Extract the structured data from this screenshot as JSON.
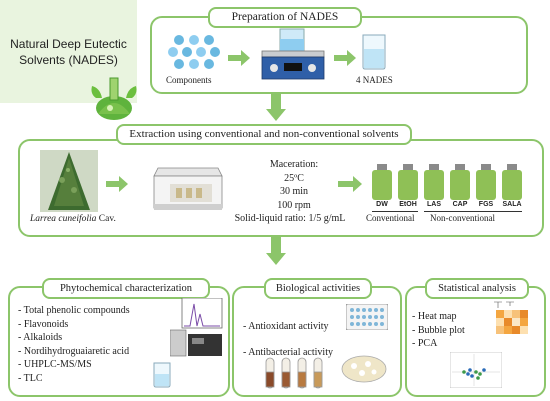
{
  "nades_box": {
    "line1": "Natural Deep Eutectic",
    "line2": "Solvents (NADES)"
  },
  "prep": {
    "title": "Preparation of NADES",
    "components": "Components",
    "four_nades": "4 NADES"
  },
  "extraction": {
    "title": "Extraction using conventional and non-conventional solvents",
    "plant_name": "Larrea cuneifolia",
    "plant_author": " Cav.",
    "maceration": "Maceration:",
    "temp": "25ºC",
    "time": "30 min",
    "rpm": "100 rpm",
    "ratio": "Solid-liquid ratio: 1/5 g/mL",
    "bottles": [
      "DW",
      "EtOH",
      "LAS",
      "CAP",
      "FGS",
      "SALA"
    ],
    "conventional": "Conventional",
    "non_conventional": "Non-conventional"
  },
  "phyto": {
    "title": "Phytochemical characterization",
    "items": [
      "Total phenolic compounds",
      "Flavonoids",
      "Alkaloids",
      "Nordihydroguaiaretic acid",
      "UHPLC-MS/MS",
      "TLC"
    ]
  },
  "bio": {
    "title": "Biological activities",
    "items": [
      "Antioxidant activity",
      "Antibacterial activity"
    ]
  },
  "stats": {
    "title": "Statistical analysis",
    "items": [
      "Heat map",
      "Bubble plot",
      "PCA"
    ]
  },
  "colors": {
    "green_border": "#8cc56a",
    "arrow_green": "#8cc56a",
    "nades_bg": "#e9f4df",
    "liquid": "#8fc056",
    "sphere": "#69b8e0"
  }
}
